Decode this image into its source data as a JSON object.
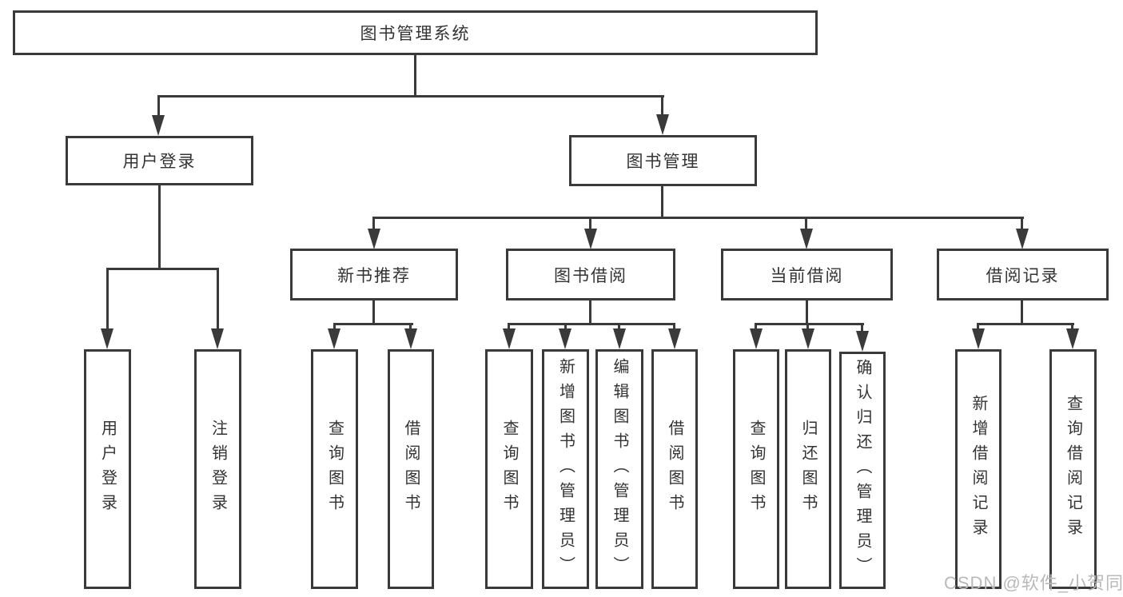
{
  "diagram": {
    "root": {
      "label": "图书管理系统"
    },
    "level2": [
      {
        "label": "用户登录"
      },
      {
        "label": "图书管理"
      }
    ],
    "level3": [
      {
        "label": "新书推荐"
      },
      {
        "label": "图书借阅"
      },
      {
        "label": "当前借阅"
      },
      {
        "label": "借阅记录"
      }
    ],
    "leaves": {
      "user_login": [
        {
          "label": "用户登录"
        },
        {
          "label": "注销登录"
        }
      ],
      "new_book_recommend": [
        {
          "label": "查询图书"
        },
        {
          "label": "借阅图书"
        }
      ],
      "book_borrow": [
        {
          "label": "查询图书"
        },
        {
          "label": "新增图书（管理员）"
        },
        {
          "label": "编辑图书（管理员）"
        },
        {
          "label": "借阅图书"
        }
      ],
      "current_borrow": [
        {
          "label": "查询图书"
        },
        {
          "label": "归还图书"
        },
        {
          "label": "确认归还（管理员）"
        }
      ],
      "borrow_records": [
        {
          "label": "新增借阅记录"
        },
        {
          "label": "查询借阅记录"
        }
      ]
    }
  },
  "watermark": {
    "text": "CSDN @软件_小贺同学"
  },
  "colors": {
    "line": "#3a3a3a",
    "text": "#333333",
    "background": "#ffffff",
    "watermark": "#b9b9b9"
  }
}
